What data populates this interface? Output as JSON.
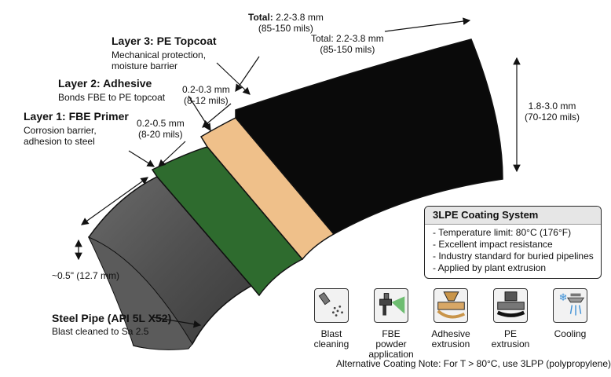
{
  "total": {
    "bold": "Total:",
    "value": "2.2-3.8 mm",
    "mils": "(85-150 mils)",
    "label2": "Total: 2.2-3.8 mm",
    "mils2": "(85-150 mils)"
  },
  "layer3": {
    "title": "Layer 3: PE Topcoat",
    "desc1": "Mechanical protection,",
    "desc2": "moisture barrier",
    "dim": "0.2-0.3 mm",
    "dim_mils": "(8-12 mils)"
  },
  "layer2": {
    "title": "Layer 2: Adhesive",
    "desc1": "Bonds FBE to PE topcoat",
    "dim": "0.2-0.5 mm",
    "dim_mils": "(8-20 mils)"
  },
  "layer1": {
    "title": "Layer 1: FBE Primer",
    "desc1": "Corrosion barrier,",
    "desc2": "adhesion to steel"
  },
  "pe_thickness": {
    "value": "1.8-3.0 mm",
    "mils": "(70-120 mils)"
  },
  "wall": {
    "value": "~0.5\" (12.7 mm)"
  },
  "steel": {
    "title": "Steel Pipe (API 5L X52)",
    "desc": "Blast cleaned to Sa 2.5"
  },
  "system_box": {
    "title": "3LPE Coating System",
    "items": [
      "- Temperature limit: 80°C (176°F)",
      "- Excellent impact resistance",
      "- Industry standard for buried pipelines",
      "- Applied by plant extrusion"
    ]
  },
  "process": [
    {
      "icon": "blast-nozzle-icon",
      "line1": "Blast",
      "line2": "cleaning"
    },
    {
      "icon": "spray-gun-icon",
      "line1": "FBE powder",
      "line2": "application"
    },
    {
      "icon": "adhesive-extruder-icon",
      "line1": "Adhesive",
      "line2": "extrusion"
    },
    {
      "icon": "pe-extruder-icon",
      "line1": "PE extrusion",
      "line2": ""
    },
    {
      "icon": "cooling-shower-icon",
      "line1": "Cooling",
      "line2": ""
    }
  ],
  "note": "Alternative Coating Note: For T > 80°C, use 3LPP (polypropylene)",
  "colors": {
    "steel": "#4a4a4a",
    "fbe": "#2e6b2e",
    "adhesive": "#efc08a",
    "pe": "#0a0a0a"
  }
}
